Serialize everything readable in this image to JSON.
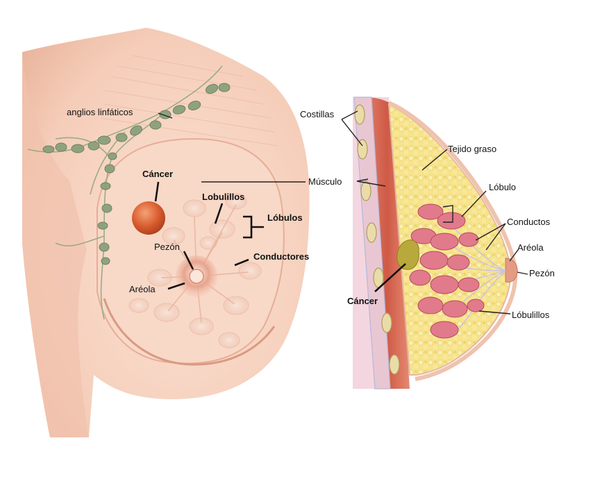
{
  "left_view": {
    "labels": {
      "lymph_nodes": "anglios linfáticos",
      "cancer": "Cáncer",
      "lobules": "Lobulillos",
      "lobes": "Lóbulos",
      "nipple": "Pezón",
      "ducts": "Conductores",
      "areola": "Aréola"
    }
  },
  "right_view": {
    "labels": {
      "ribs": "Costillas",
      "fat": "Tejido graso",
      "muscle": "Músculo",
      "lobe": "Lóbulo",
      "ducts": "Conductos",
      "areola": "Aréola",
      "nipple": "Pezón",
      "cancer": "Cáncer",
      "lobules": "Lóbulillos"
    }
  },
  "colors": {
    "skin": "#f7d3c1",
    "skin_shadow": "#eab39c",
    "lymph": "#8fa27f",
    "tumor": "#d7562b",
    "fat": "#f7e58c",
    "muscle": "#d96a55",
    "lobule": "#e0798a",
    "tumor_side": "#b8a73a"
  }
}
